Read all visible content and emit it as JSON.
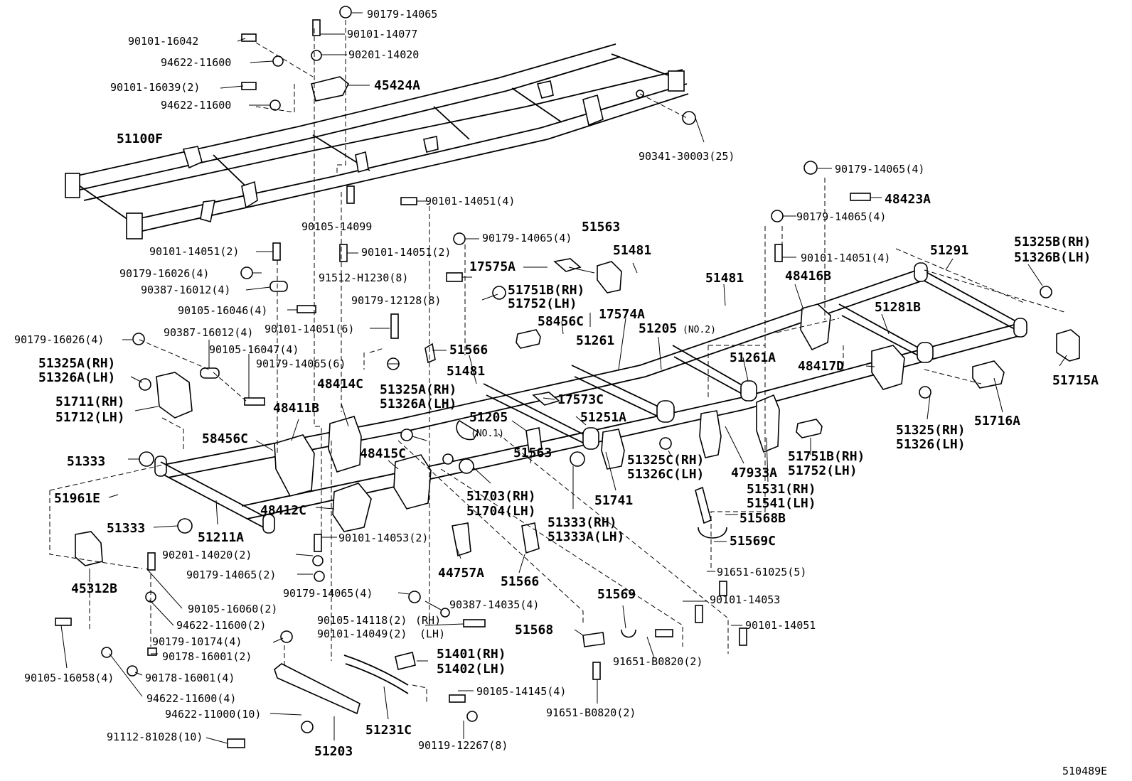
{
  "diagram_id": "510489E",
  "labels": [
    {
      "id": "l1",
      "text": "90179-14065"
    },
    {
      "id": "l2",
      "text": "90101-16042"
    },
    {
      "id": "l3",
      "text": "90101-14077"
    },
    {
      "id": "l4",
      "text": "94622-11600"
    },
    {
      "id": "l5",
      "text": "90201-14020"
    },
    {
      "id": "l6",
      "text": "45424A"
    },
    {
      "id": "l7",
      "text": "90101-16039(2)"
    },
    {
      "id": "l8",
      "text": "94622-11600"
    },
    {
      "id": "l9",
      "text": "51100F"
    },
    {
      "id": "l10",
      "text": "90341-30003(25)"
    },
    {
      "id": "l11",
      "text": "90179-14065(4)"
    },
    {
      "id": "l12",
      "text": "48423A"
    },
    {
      "id": "l13",
      "text": "90101-14051(4)"
    },
    {
      "id": "l14",
      "text": "90105-14099"
    },
    {
      "id": "l15",
      "text": "90179-14065(4)"
    },
    {
      "id": "l16",
      "text": "90179-14065(4)"
    },
    {
      "id": "l17",
      "text": "51563"
    },
    {
      "id": "l18",
      "text": "90101-14051(2)"
    },
    {
      "id": "l19",
      "text": "90101-14051(2)"
    },
    {
      "id": "l20",
      "text": "51481"
    },
    {
      "id": "l21",
      "text": "90101-14051(4)"
    },
    {
      "id": "l22",
      "text": "51291"
    },
    {
      "id": "l23",
      "text": "51325B(RH)"
    },
    {
      "id": "l24",
      "text": "51326B(LH)"
    },
    {
      "id": "l25",
      "text": "90179-16026(4)"
    },
    {
      "id": "l26",
      "text": "91512-H1230(8)"
    },
    {
      "id": "l27",
      "text": "17575A"
    },
    {
      "id": "l28",
      "text": "48416B"
    },
    {
      "id": "l29",
      "text": "90387-16012(4)"
    },
    {
      "id": "l30",
      "text": "90179-12128(8)"
    },
    {
      "id": "l31",
      "text": "51751B(RH)"
    },
    {
      "id": "l32",
      "text": "51752(LH)"
    },
    {
      "id": "l33",
      "text": "51481"
    },
    {
      "id": "l34",
      "text": "90105-16046(4)"
    },
    {
      "id": "l35",
      "text": "17574A"
    },
    {
      "id": "l36",
      "text": "51281B"
    },
    {
      "id": "l37",
      "text": "90101-14051(6)"
    },
    {
      "id": "l38",
      "text": "58456C"
    },
    {
      "id": "l39",
      "text": "90387-16012(4)"
    },
    {
      "id": "l40",
      "text": "51205"
    },
    {
      "id": "l41",
      "text": "(NO.2)"
    },
    {
      "id": "l42",
      "text": "90179-16026(4)"
    },
    {
      "id": "l43",
      "text": "51261"
    },
    {
      "id": "l44",
      "text": "90105-16047(4)"
    },
    {
      "id": "l45",
      "text": "51566"
    },
    {
      "id": "l46",
      "text": "51261A"
    },
    {
      "id": "l47",
      "text": "90179-14065(6)"
    },
    {
      "id": "l48",
      "text": "48417D"
    },
    {
      "id": "l49",
      "text": "51325A(RH)"
    },
    {
      "id": "l50",
      "text": "51481"
    },
    {
      "id": "l51",
      "text": "51326A(LH)"
    },
    {
      "id": "l52",
      "text": "48414C"
    },
    {
      "id": "l53",
      "text": "51325A(RH)"
    },
    {
      "id": "l54",
      "text": "51326A(LH)"
    },
    {
      "id": "l55",
      "text": "51715A"
    },
    {
      "id": "l56",
      "text": "51711(RH)"
    },
    {
      "id": "l57",
      "text": "17573C"
    },
    {
      "id": "l58",
      "text": "51712(LH)"
    },
    {
      "id": "l59",
      "text": "48411B"
    },
    {
      "id": "l60",
      "text": "51205"
    },
    {
      "id": "l61",
      "text": "51251A"
    },
    {
      "id": "l62",
      "text": "51716A"
    },
    {
      "id": "l63",
      "text": "(NO.1)"
    },
    {
      "id": "l64",
      "text": "51325(RH)"
    },
    {
      "id": "l65",
      "text": "51326(LH)"
    },
    {
      "id": "l66",
      "text": "58456C"
    },
    {
      "id": "l67",
      "text": "51563"
    },
    {
      "id": "l68",
      "text": "51325C(RH)"
    },
    {
      "id": "l69",
      "text": "51333"
    },
    {
      "id": "l70",
      "text": "48415C"
    },
    {
      "id": "l71",
      "text": "51326C(LH)"
    },
    {
      "id": "l72",
      "text": "47933A"
    },
    {
      "id": "l73",
      "text": "51751B(RH)"
    },
    {
      "id": "l74",
      "text": "51752(LH)"
    },
    {
      "id": "l75",
      "text": "51703(RH)"
    },
    {
      "id": "l76",
      "text": "51741"
    },
    {
      "id": "l77",
      "text": "51961E"
    },
    {
      "id": "l78",
      "text": "51704(LH)"
    },
    {
      "id": "l79",
      "text": "51531(RH)"
    },
    {
      "id": "l80",
      "text": "51541(LH)"
    },
    {
      "id": "l81",
      "text": "48412C"
    },
    {
      "id": "l82",
      "text": "51568B"
    },
    {
      "id": "l83",
      "text": "51333(RH)"
    },
    {
      "id": "l84",
      "text": "51333"
    },
    {
      "id": "l85",
      "text": "51211A"
    },
    {
      "id": "l86",
      "text": "90101-14053(2)"
    },
    {
      "id": "l87",
      "text": "51333A(LH)"
    },
    {
      "id": "l88",
      "text": "51569C"
    },
    {
      "id": "l89",
      "text": "90201-14020(2)"
    },
    {
      "id": "l90",
      "text": "45312B"
    },
    {
      "id": "l91",
      "text": "90179-14065(2)"
    },
    {
      "id": "l92",
      "text": "44757A"
    },
    {
      "id": "l93",
      "text": "51566"
    },
    {
      "id": "l94",
      "text": "91651-61025(5)"
    },
    {
      "id": "l95",
      "text": "90179-14065(4)"
    },
    {
      "id": "l96",
      "text": "90387-14035(4)"
    },
    {
      "id": "l97",
      "text": "51569"
    },
    {
      "id": "l98",
      "text": "90101-14053"
    },
    {
      "id": "l99",
      "text": "90105-16060(2)"
    },
    {
      "id": "l100",
      "text": "94622-11600(2)"
    },
    {
      "id": "l101",
      "text": "90105-14118(2)"
    },
    {
      "id": "l102",
      "text": "(RH)"
    },
    {
      "id": "l103",
      "text": "90101-14049(2)"
    },
    {
      "id": "l104",
      "text": "(LH)"
    },
    {
      "id": "l105",
      "text": "90101-14051"
    },
    {
      "id": "l106",
      "text": "90179-10174(4)"
    },
    {
      "id": "l107",
      "text": "51568"
    },
    {
      "id": "l108",
      "text": "90178-16001(2)"
    },
    {
      "id": "l109",
      "text": "51401(RH)"
    },
    {
      "id": "l110",
      "text": "91651-B0820(2)"
    },
    {
      "id": "l111",
      "text": "51402(LH)"
    },
    {
      "id": "l112",
      "text": "90105-16058(4)"
    },
    {
      "id": "l113",
      "text": "90178-16001(4)"
    },
    {
      "id": "l114",
      "text": "90105-14145(4)"
    },
    {
      "id": "l115",
      "text": "94622-11600(4)"
    },
    {
      "id": "l116",
      "text": "91651-B0820(2)"
    },
    {
      "id": "l117",
      "text": "94622-11000(10)"
    },
    {
      "id": "l118",
      "text": "51231C"
    },
    {
      "id": "l119",
      "text": "91112-81028(10)"
    },
    {
      "id": "l120",
      "text": "90119-12267(8)"
    },
    {
      "id": "l121",
      "text": "51203"
    }
  ]
}
